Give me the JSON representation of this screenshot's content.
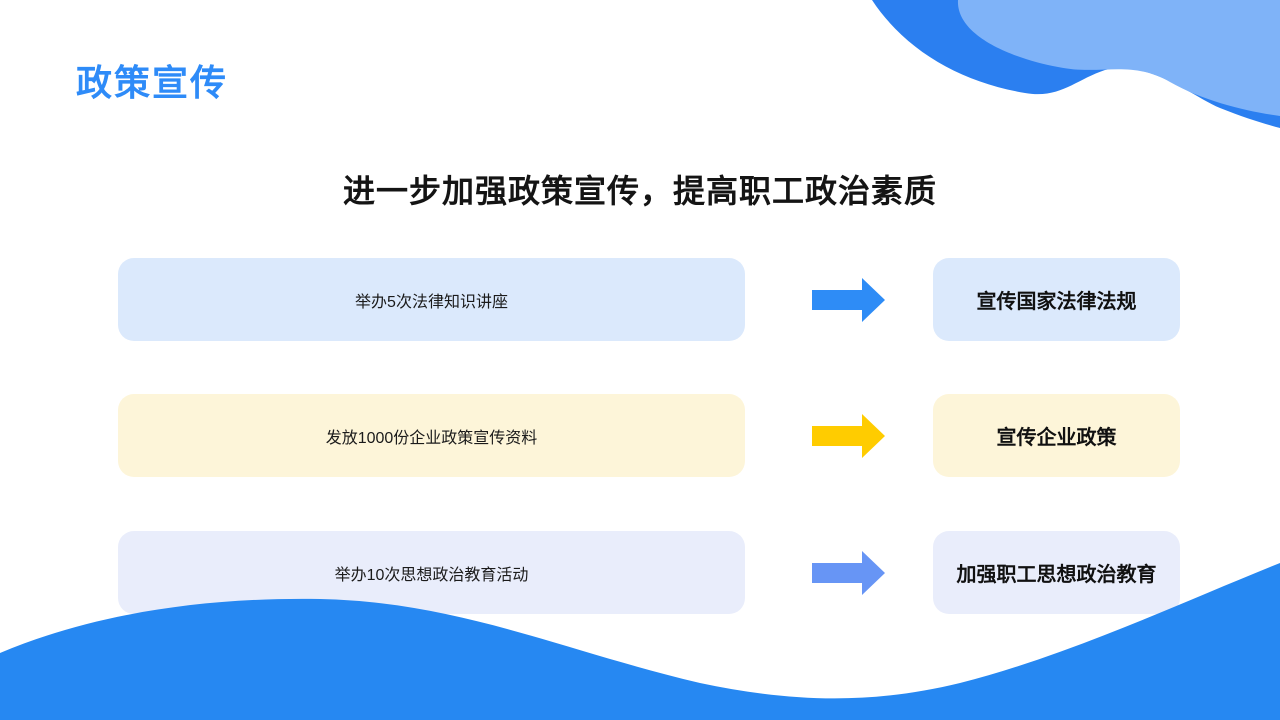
{
  "slide": {
    "title": "政策宣传",
    "heading": "进一步加强政策宣传，提高职工政治素质"
  },
  "rows": [
    {
      "source": "举办5次法律知识讲座",
      "result": "宣传国家法律法规",
      "box_color": "#dbe9fc",
      "arrow_color": "#2e8cf6"
    },
    {
      "source": "发放1000份企业政策宣传资料",
      "result": "宣传企业政策",
      "box_color": "#fdf5d9",
      "arrow_color": "#ffcc00"
    },
    {
      "source": "举办10次思想政治教育活动",
      "result": "加强职工思想政治教育",
      "box_color": "#e9edfb",
      "arrow_color": "#6795f5"
    }
  ],
  "colors": {
    "title_text": "#2e8bf8",
    "heading_text": "#141414",
    "decoration_dark_blue": "#2b7ff0",
    "decoration_light_blue": "#7fb3f8",
    "bottom_wave_blue": "#2688f2"
  }
}
